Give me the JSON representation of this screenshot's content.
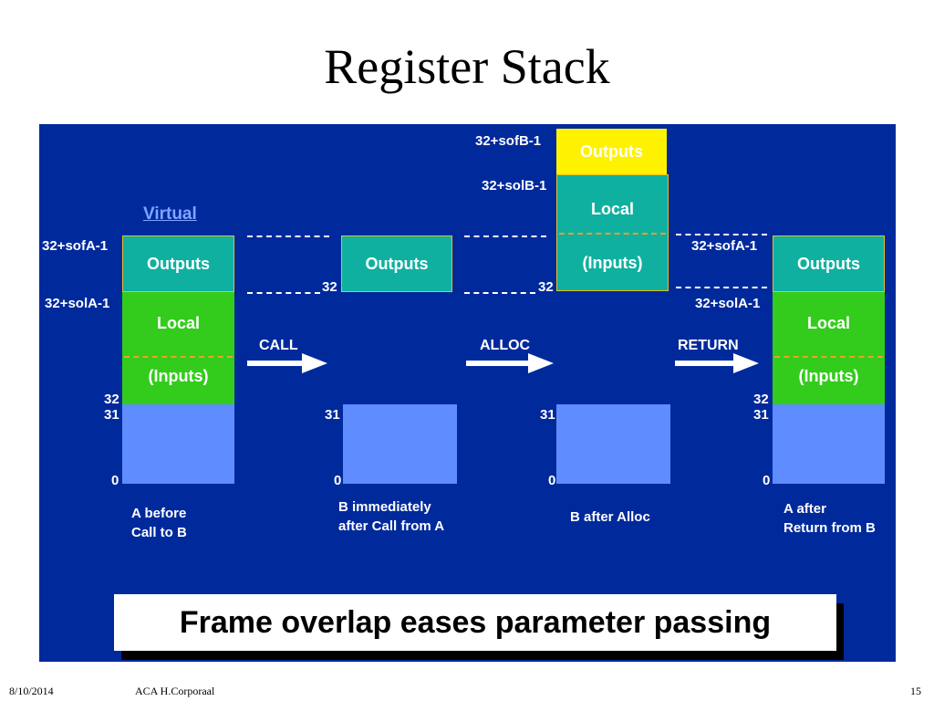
{
  "slide": {
    "title": "Register Stack",
    "footer_date": "8/10/2014",
    "footer_author": "ACA H.Corporaal",
    "footer_page": "15"
  },
  "diagram": {
    "virtual_label": "Virtual",
    "banner": "Frame overlap eases parameter passing",
    "arrows": {
      "call": "CALL",
      "alloc": "ALLOC",
      "return": "RETURN"
    },
    "labels": {
      "sofA": "32+sofA-1",
      "solA": "32+solA-1",
      "sofB": "32+sofB-1",
      "solB": "32+solB-1",
      "r32": "32",
      "r31": "31",
      "r0": "0"
    },
    "blocks": {
      "outputs": "Outputs",
      "local": "Local",
      "inputs": "(Inputs)"
    },
    "captions": {
      "a_before_1": "A before",
      "a_before_2": "Call to B",
      "b_immediately_1": "B immediately",
      "b_immediately_2": "after Call from A",
      "b_after_alloc": "B after  Alloc",
      "a_after_1": "A after",
      "a_after_2": "Return from B"
    },
    "colors": {
      "background": "#002a9c",
      "outputs": "#10b0a0",
      "local": "#33cc1c",
      "yellow": "#fff200",
      "low_registers": "#5f8cff",
      "border": "#e8c020"
    }
  }
}
